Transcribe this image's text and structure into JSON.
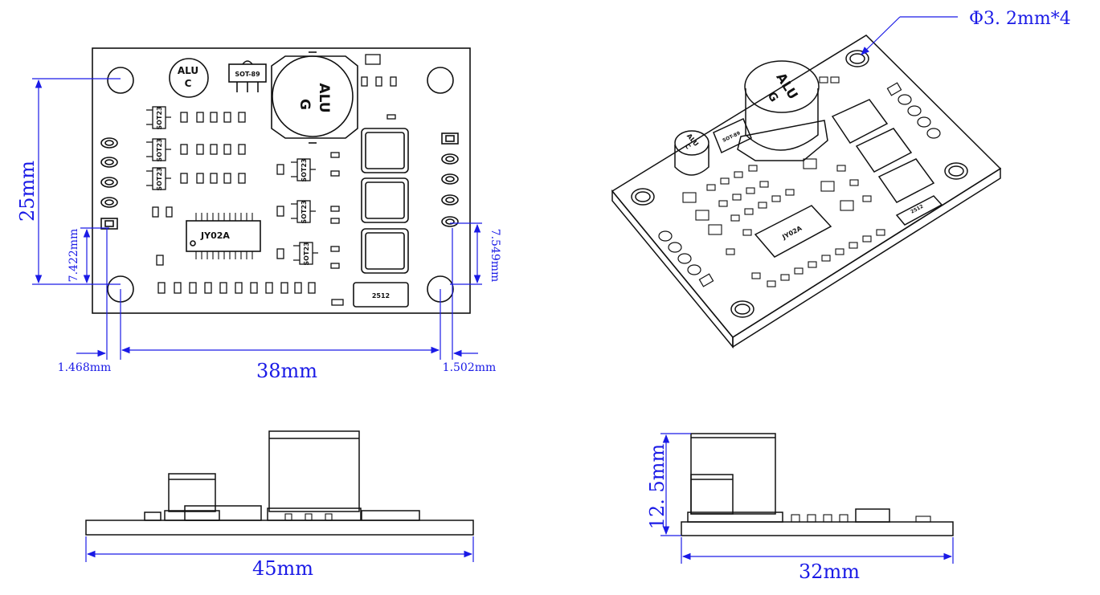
{
  "colors": {
    "dimension": "#1a1ae6",
    "outline": "#111111",
    "paper": "#ffffff"
  },
  "top_view": {
    "board_width": "38mm",
    "board_height": "25mm",
    "left_hole_offset": "1.468mm",
    "right_hole_offset": "1.502mm",
    "left_pin_height": "7.422mm",
    "right_pin_height": "7.549mm",
    "parts": {
      "cap_small_line1": "ALU",
      "cap_small_line2": "C",
      "cap_big_line1": "ALU",
      "cap_big_line2": "G",
      "regulator": "SOT-89",
      "transistor": "SOT23",
      "ic": "JY02A",
      "shunt": "2512"
    }
  },
  "iso_view": {
    "hole_spec": "Φ3. 2mm*4",
    "cap_big_line1": "ALU",
    "cap_big_line2": "G",
    "cap_small_line1": "ALU",
    "cap_small_line2": "C",
    "regulator": "SOT-89",
    "ic": "JY02A",
    "shunt": "2512"
  },
  "front_view": {
    "width": "45mm"
  },
  "side_view": {
    "width": "32mm",
    "height": "12. 5mm"
  }
}
